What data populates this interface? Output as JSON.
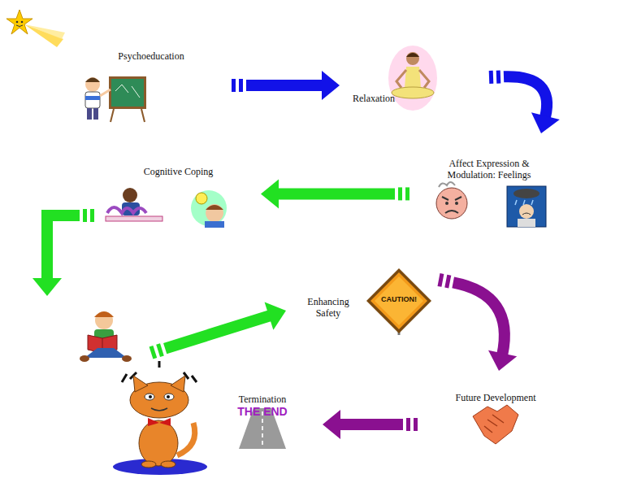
{
  "diagram": {
    "nodes": [
      {
        "text": [
          "Psychoeducation"
        ]
      },
      {
        "text": [
          "Relaxation"
        ]
      },
      {
        "text": [
          "Affect Expression & Modulation: Feelings"
        ]
      },
      {
        "text": [
          "Cognitive Coping"
        ]
      },
      {
        "text": []
      },
      {
        "text": [
          "Enhancing Safety",
          "CAUTION!"
        ]
      },
      {
        "text": [
          "Future Development"
        ]
      },
      {
        "text": [
          "Termination",
          "THE END"
        ]
      }
    ],
    "edges": [
      {
        "from": 0,
        "to": 1,
        "arrow": "to"
      },
      {
        "from": 1,
        "to": 2,
        "arrow": "to"
      },
      {
        "from": 2,
        "to": 3,
        "arrow": "to"
      },
      {
        "from": 3,
        "to": 4,
        "arrow": "to"
      },
      {
        "from": 4,
        "to": 5,
        "arrow": "to"
      },
      {
        "from": 5,
        "to": 6,
        "arrow": "to"
      },
      {
        "from": 6,
        "to": 7,
        "arrow": "to"
      }
    ]
  }
}
